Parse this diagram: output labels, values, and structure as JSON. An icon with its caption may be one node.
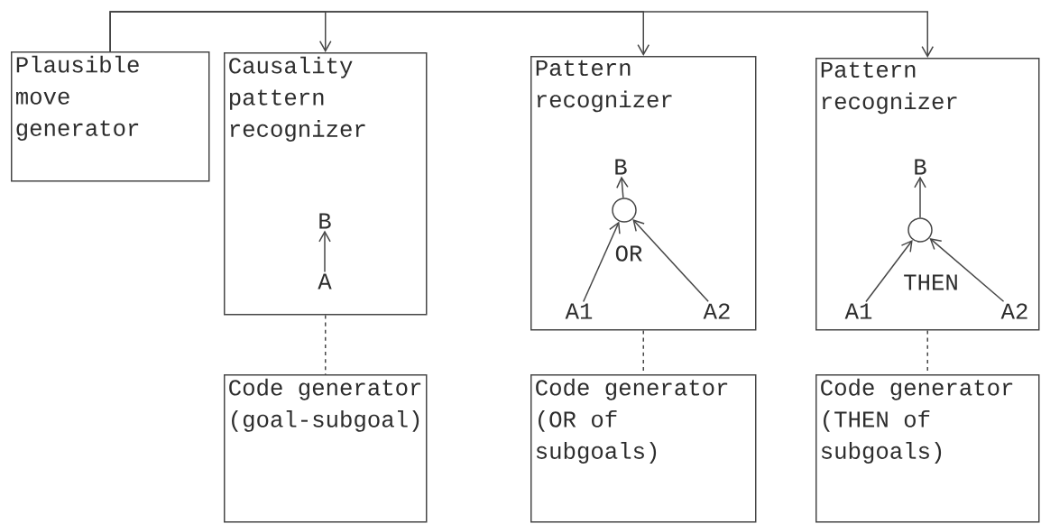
{
  "diagram": {
    "nodes": [
      {
        "text": [
          "Plausible move generator"
        ]
      },
      {
        "text": [
          "Causality pattern recognizer"
        ]
      },
      {
        "text": [
          "B"
        ],
        "in": 1
      },
      {
        "text": [
          "A"
        ],
        "in": 1
      },
      {
        "text": [
          "Pattern recognizer"
        ]
      },
      {
        "text": [
          "B"
        ],
        "in": 4
      },
      {
        "text": [],
        "shape": "circle",
        "in": 4
      },
      {
        "text": [
          "A1"
        ],
        "in": 4
      },
      {
        "text": [
          "A2"
        ],
        "in": 4
      },
      {
        "text": [
          "Pattern recognizer"
        ]
      },
      {
        "text": [
          "B"
        ],
        "in": 9
      },
      {
        "text": [],
        "shape": "circle",
        "in": 9
      },
      {
        "text": [
          "A1"
        ],
        "in": 9
      },
      {
        "text": [
          "A2"
        ],
        "in": 9
      },
      {
        "text": [
          "Code generator (goal-subgoal)"
        ]
      },
      {
        "text": [
          "Code generator (OR of subgoals)"
        ]
      },
      {
        "text": [
          "Code generator (THEN of subgoals)"
        ]
      }
    ],
    "edges": [
      {
        "from": 0,
        "to": 1,
        "arrow": "to"
      },
      {
        "from": 0,
        "to": 4,
        "arrow": "to"
      },
      {
        "from": 0,
        "to": 9,
        "arrow": "to"
      },
      {
        "from": 3,
        "to": 2,
        "arrow": "to"
      },
      {
        "from": 7,
        "to": 6,
        "arrow": "to"
      },
      {
        "from": 8,
        "to": 6,
        "arrow": "to"
      },
      {
        "from": 6,
        "to": 5,
        "arrow": "to"
      },
      {
        "from": 12,
        "to": 11,
        "arrow": "to"
      },
      {
        "from": 13,
        "to": 11,
        "arrow": "to"
      },
      {
        "from": 11,
        "to": 10,
        "arrow": "to"
      },
      {
        "from": 1,
        "to": 14,
        "arrow": "none",
        "style": "dashed"
      },
      {
        "from": 4,
        "to": 15,
        "arrow": "none",
        "style": "dashed"
      },
      {
        "from": 9,
        "to": 16,
        "arrow": "none",
        "style": "dashed"
      }
    ],
    "labels": [
      "OR",
      "THEN"
    ]
  }
}
